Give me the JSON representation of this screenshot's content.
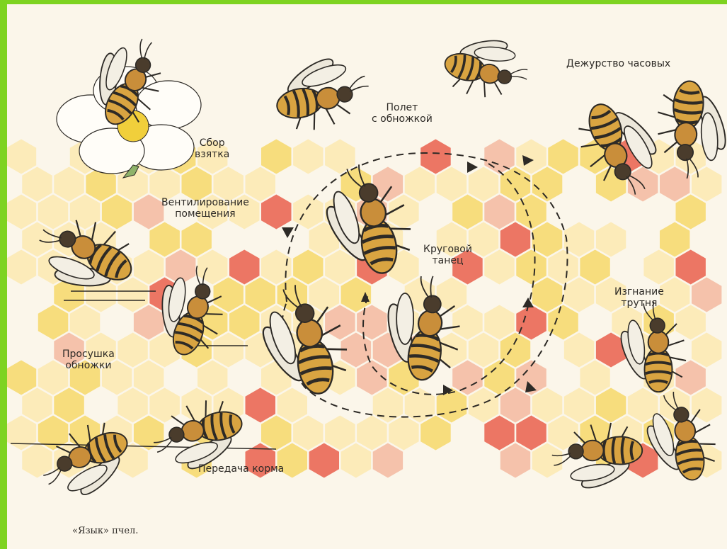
{
  "labels": {
    "sbor_line1": "Сбор",
    "sbor_line2": "взятка",
    "polet_line1": "Полет",
    "polet_line2": "с обножкой",
    "dezhurstvo": "Дежурство часовых",
    "ventilirovanie_line1": "Вентилирование",
    "ventilirovanie_line2": "помещения",
    "krugovoi_line1": "Круговой",
    "krugovoi_line2": "танец",
    "izgnanie_line1": "Изгнание",
    "izgnanie_line2": "трутня",
    "prosushka_line1": "Просушка",
    "prosushka_line2": "обножки",
    "peredacha": "Передача корма"
  },
  "caption": "«Язык» пчел.",
  "colors": {
    "border_green": "#7ed321",
    "paper": "#fbf6ea",
    "cell_yellow": "#f6d86a",
    "cell_pale": "#fbe9b0",
    "cell_red": "#e95f4c",
    "cell_pink": "#f3b8a0",
    "ink": "#2d2a26"
  },
  "icons": [
    "bee-icon",
    "flower-icon",
    "dance-path-arrow-icon"
  ]
}
